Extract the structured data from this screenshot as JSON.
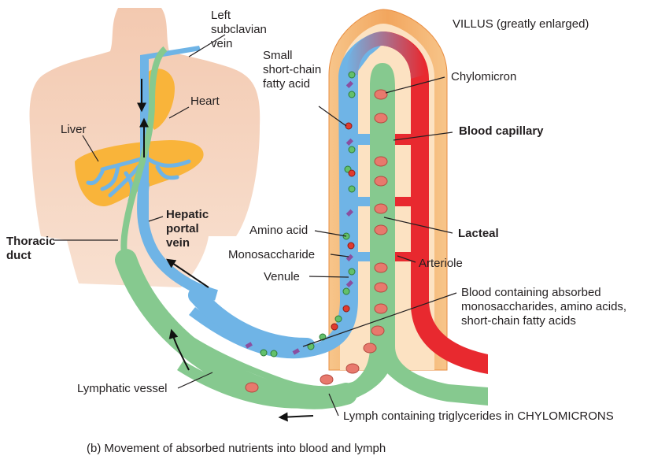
{
  "labels": {
    "left_subclavian_vein": "Left subclavian vein",
    "heart": "Heart",
    "liver": "Liver",
    "hepatic_portal_vein": "Hepatic portal vein",
    "thoracic_duct": "Thoracic duct",
    "villus": "VILLUS (greatly enlarged)",
    "small_fatty_acid": "Small short-chain fatty acid",
    "chylomicron": "Chylomicron",
    "blood_capillary": "Blood capillary",
    "amino_acid": "Amino acid",
    "monosaccharide": "Monosaccharide",
    "venule": "Venule",
    "lacteal": "Lacteal",
    "arteriole": "Arteriole",
    "blood_absorbed": "Blood containing absorbed monosaccharides, amino acids, short-chain fatty acids",
    "lymphatic_vessel": "Lymphatic vessel",
    "lymph_triglycerides": "Lymph containing triglycerides in CHYLOMICRONS"
  },
  "caption": "(b) Movement of absorbed nutrients into blood and lymph",
  "colors": {
    "skin": "#f6d3bf",
    "liver": "#f9b43a",
    "vein_blue": "#6fb4e6",
    "lymph_green": "#86c98f",
    "artery_red": "#e8292f",
    "villus_orange": "#f4b46e",
    "chylomicron": "#e8796d",
    "amino_acid_dot": "#63c06b",
    "monosaccharide": "#8a4fa0",
    "fatty_acid_dot": "#e03a2e"
  }
}
